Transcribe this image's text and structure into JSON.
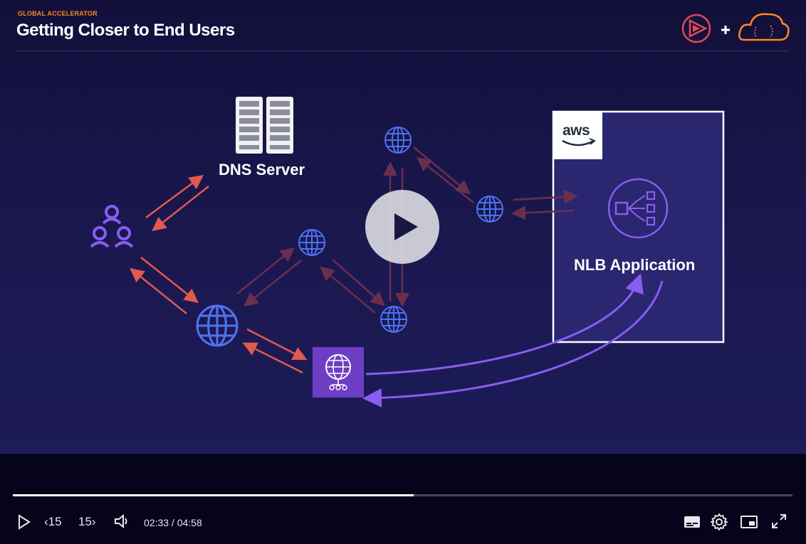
{
  "slide": {
    "kicker": "GLOBAL ACCELERATOR",
    "title": "Getting Closer to End Users",
    "brand_icons": [
      "play-logo-icon",
      "plus-icon",
      "cloud-logo-icon"
    ]
  },
  "diagram": {
    "dns_label": "DNS Server",
    "aws_badge": "aws",
    "nlb_label": "NLB Application",
    "nodes": [
      "users-icon",
      "dns-server-icon",
      "globe-icon",
      "global-accelerator-icon",
      "nlb-icon"
    ]
  },
  "player": {
    "current_time": "02:33",
    "separator": "/",
    "duration": "04:58",
    "time_display": "02:33 / 04:58",
    "progress_fraction": 0.514,
    "skip_back_label": "15",
    "skip_forward_label": "15"
  },
  "colors": {
    "accent_orange": "#ff8a1f",
    "arrow_red": "#e05a4e",
    "arrow_purple": "#8a5cf0",
    "globe_blue": "#4d72f0",
    "nlb_box": "#2a2670"
  }
}
